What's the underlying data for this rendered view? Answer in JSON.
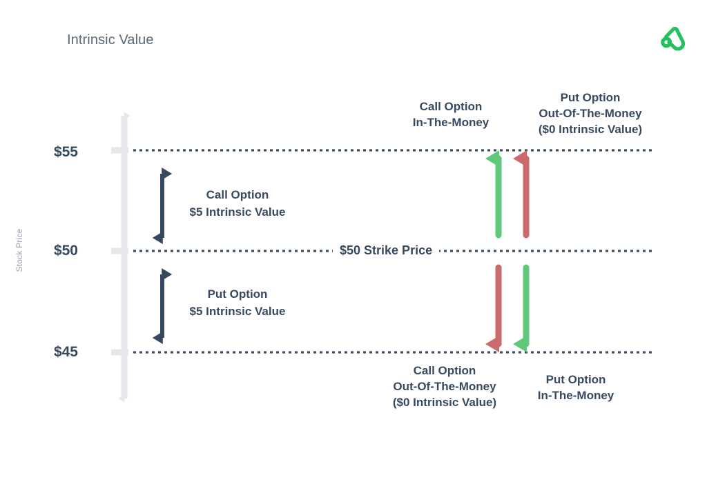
{
  "header": {
    "title": "Intrinsic Value",
    "logo_name": "annuity-logo",
    "logo_color": "#25c05e"
  },
  "palette": {
    "navy": "#36495f",
    "dotted_line": "#3e4f63",
    "axis_gray": "#e6e7ea",
    "axis_caption_gray": "#9aa2ad",
    "title_gray": "#5a6776",
    "green": "#5fc87a",
    "red": "#cc6b6b",
    "background": "#ffffff"
  },
  "chart_data": {
    "type": "diagram",
    "title": "Intrinsic Value",
    "ylabel": "Stock Price",
    "yticks": [
      "$55",
      "$50",
      "$45"
    ],
    "ytick_values": [
      55,
      50,
      45
    ],
    "strike_price": 50,
    "strike_label": "$50 Strike Price",
    "grid": "dotted horizontal lines at $55, $50, $45",
    "legend": "none",
    "measures": [
      {
        "name": "call-intrinsic-value",
        "from": 50,
        "to": 55,
        "line1": "Call Option",
        "line2": "$5 Intrinsic Value",
        "color": "#36495f"
      },
      {
        "name": "put-intrinsic-value",
        "from": 45,
        "to": 50,
        "line1": "Put Option",
        "line2": "$5 Intrinsic Value",
        "color": "#36495f"
      }
    ],
    "arrows": [
      {
        "name": "call-up-arrow",
        "direction": "up",
        "color": "#5fc87a",
        "from": 50,
        "to": 55,
        "x": 722
      },
      {
        "name": "put-up-arrow",
        "direction": "up",
        "color": "#cc6b6b",
        "from": 50,
        "to": 55,
        "x": 762
      },
      {
        "name": "call-down-arrow",
        "direction": "down",
        "color": "#cc6b6b",
        "from": 50,
        "to": 45,
        "x": 722
      },
      {
        "name": "put-down-arrow",
        "direction": "down",
        "color": "#5fc87a",
        "from": 50,
        "to": 45,
        "x": 762
      }
    ],
    "callouts": [
      {
        "name": "call-in-the-money",
        "position": "above-strike-left",
        "line1": "Call Option",
        "line2": "In-The-Money",
        "line3": ""
      },
      {
        "name": "put-out-of-the-money",
        "position": "above-strike-right",
        "line1": "Put Option",
        "line2": "Out-Of-The-Money",
        "line3": "($0 Intrinsic Value)"
      },
      {
        "name": "call-out-of-the-money",
        "position": "below-strike-left",
        "line1": "Call Option",
        "line2": "Out-Of-The-Money",
        "line3": "($0 Intrinsic Value)"
      },
      {
        "name": "put-in-the-money",
        "position": "below-strike-right",
        "line1": "Put Option",
        "line2": "In-The-Money",
        "line3": ""
      }
    ]
  }
}
